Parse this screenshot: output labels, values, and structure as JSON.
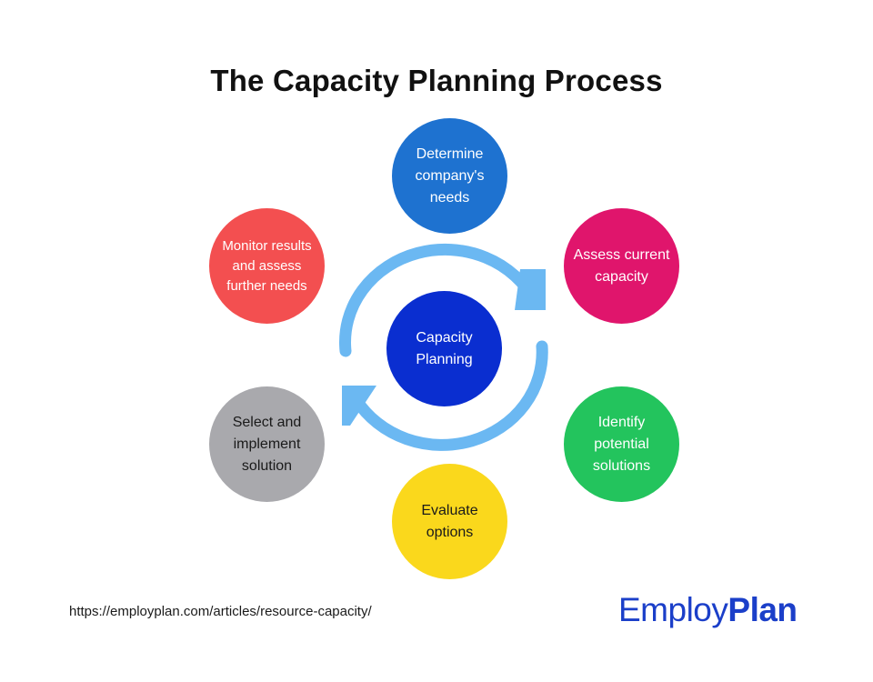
{
  "title": "The Capacity Planning Process",
  "center": {
    "label": "Capacity Planning",
    "color": "#0a2ed0"
  },
  "steps": [
    {
      "label": "Determine company's needs",
      "color": "#1e72d0"
    },
    {
      "label": "Assess current capacity",
      "color": "#e0156c"
    },
    {
      "label": "Identify potential solutions",
      "color": "#23c45d"
    },
    {
      "label": "Evaluate options",
      "color": "#fad81c"
    },
    {
      "label": "Select and implement solution",
      "color": "#a9a9ad"
    },
    {
      "label": "Monitor results and assess further needs",
      "color": "#f34f50"
    }
  ],
  "arrows": {
    "color": "#6bb8f2",
    "icon": "circular-arrows-icon"
  },
  "footer": {
    "url": "https://employplan.com/articles/resource-capacity/",
    "logo_part1": "Employ",
    "logo_part2": "Plan",
    "logo_color": "#1b3fc9"
  }
}
